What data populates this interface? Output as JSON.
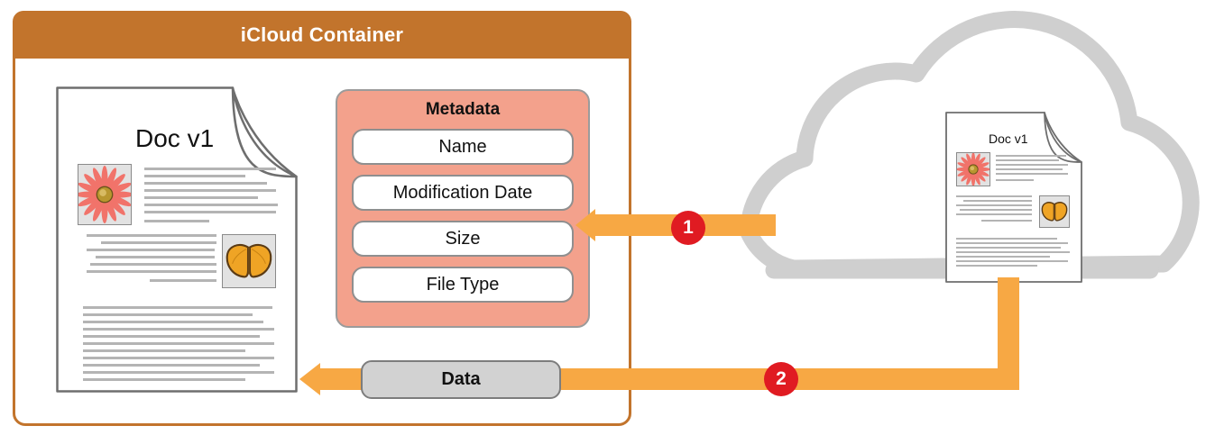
{
  "diagram": {
    "title": "iCloud Container data and metadata download flow",
    "colors": {
      "container_border": "#c2742c",
      "container_header": "#c2742c",
      "metadata_panel": "#f3a18c",
      "arrow": "#f7a844",
      "badge": "#e01b22",
      "cloud": "#cfcfcf",
      "data_pill": "#d2d2d2",
      "text_line": "#b4b4b4"
    }
  },
  "container": {
    "header_title": "iCloud Container"
  },
  "local_document": {
    "title": "Doc v1",
    "images": [
      {
        "name": "flower-image",
        "subject": "pink daisy flower"
      },
      {
        "name": "butterfly-image",
        "subject": "orange butterfly"
      }
    ]
  },
  "cloud_document": {
    "title": "Doc v1",
    "images": [
      {
        "name": "flower-image",
        "subject": "pink daisy flower"
      },
      {
        "name": "butterfly-image",
        "subject": "orange butterfly"
      }
    ]
  },
  "metadata": {
    "title": "Metadata",
    "items": [
      {
        "label": "Name"
      },
      {
        "label": "Modification Date"
      },
      {
        "label": "Size"
      },
      {
        "label": "File Type"
      }
    ]
  },
  "data_pill": {
    "label": "Data"
  },
  "steps": [
    {
      "number": "1",
      "describes": "metadata downloaded from cloud to container"
    },
    {
      "number": "2",
      "describes": "data downloaded from cloud document to local document"
    }
  ],
  "cloud": {
    "name": "iCloud"
  }
}
